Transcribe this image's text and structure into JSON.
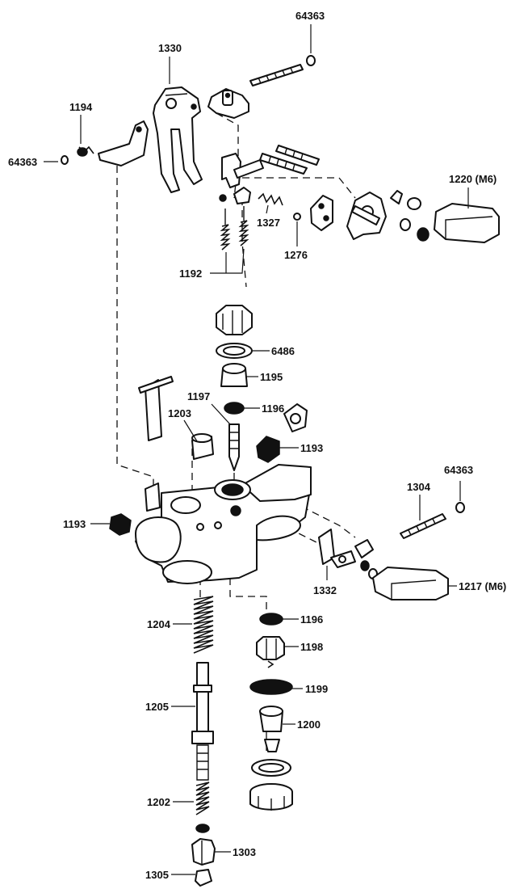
{
  "labels": {
    "p64363_top": "64363",
    "p1330": "1330",
    "p1194": "1194",
    "p64363_left": "64363",
    "p1220": "1220 (M6)",
    "p1327": "1327",
    "p1276": "1276",
    "p1192": "1192",
    "p6486": "6486",
    "p1195": "1195",
    "p1197": "1197",
    "p1196_top": "1196",
    "p1203": "1203",
    "p1193_right": "1193",
    "p64363_right": "64363",
    "p1304": "1304",
    "p1193_left": "1193",
    "p1332": "1332",
    "p1217": "1217 (M6)",
    "p1204": "1204",
    "p1196_bottom": "1196",
    "p1198": "1198",
    "p1199": "1199",
    "p1205": "1205",
    "p1200": "1200",
    "p1202": "1202",
    "p1303": "1303",
    "p1305": "1305"
  }
}
